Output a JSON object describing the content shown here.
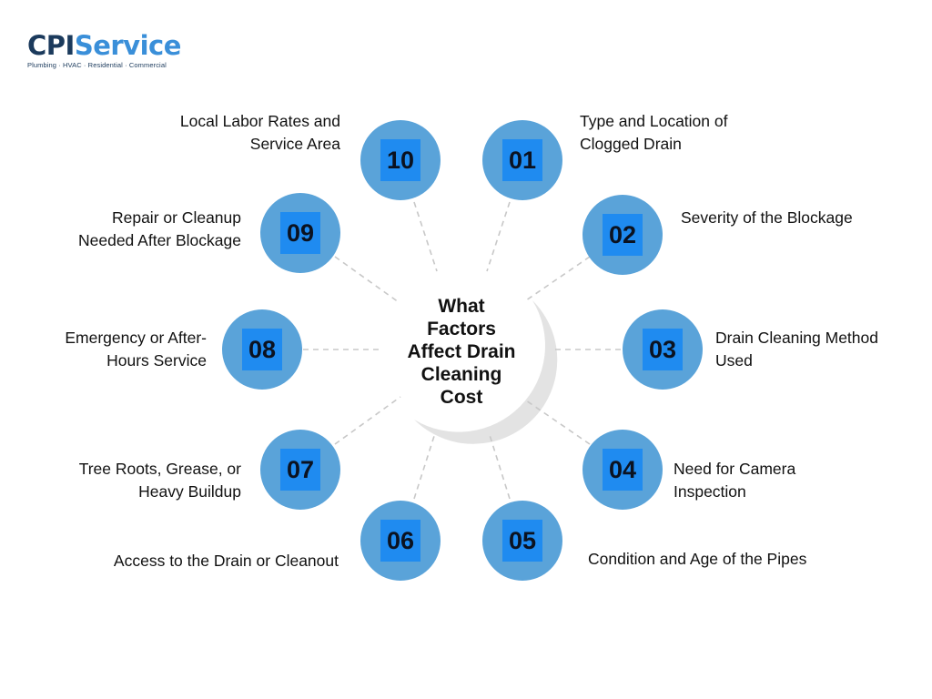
{
  "logo": {
    "brand_cpi": "CPI",
    "brand_service": "Service",
    "tagline": "Plumbing · HVAC · Residential · Commercial"
  },
  "center_title": {
    "line1": "What",
    "line2": "Factors",
    "line3": "Affect Drain",
    "line4": "Cleaning",
    "line5": "Cost"
  },
  "factors": [
    {
      "number": "01",
      "line1": "Type and Location of",
      "line2": "Clogged Drain"
    },
    {
      "number": "02",
      "line1": "Severity of the Blockage",
      "line2": ""
    },
    {
      "number": "03",
      "line1": "Drain Cleaning Method",
      "line2": "Used"
    },
    {
      "number": "04",
      "line1": "Need for Camera",
      "line2": "Inspection"
    },
    {
      "number": "05",
      "line1": "Condition and Age of the Pipes",
      "line2": ""
    },
    {
      "number": "06",
      "line1": "Access to the Drain or Cleanout",
      "line2": ""
    },
    {
      "number": "07",
      "line1": "Tree Roots, Grease, or",
      "line2": "Heavy Buildup"
    },
    {
      "number": "08",
      "line1": "Emergency or After-",
      "line2": "Hours Service"
    },
    {
      "number": "09",
      "line1": "Repair or Cleanup",
      "line2": "Needed After Blockage"
    },
    {
      "number": "10",
      "line1": "Local Labor Rates and",
      "line2": "Service Area"
    }
  ],
  "colors": {
    "node_circle": "#5aa3d9",
    "number_box": "#1f8bf0",
    "crescent": "#e3e3e3",
    "connector": "#c8c8c8",
    "brand_dark": "#1b3a5c",
    "brand_blue": "#3a8fd9"
  }
}
